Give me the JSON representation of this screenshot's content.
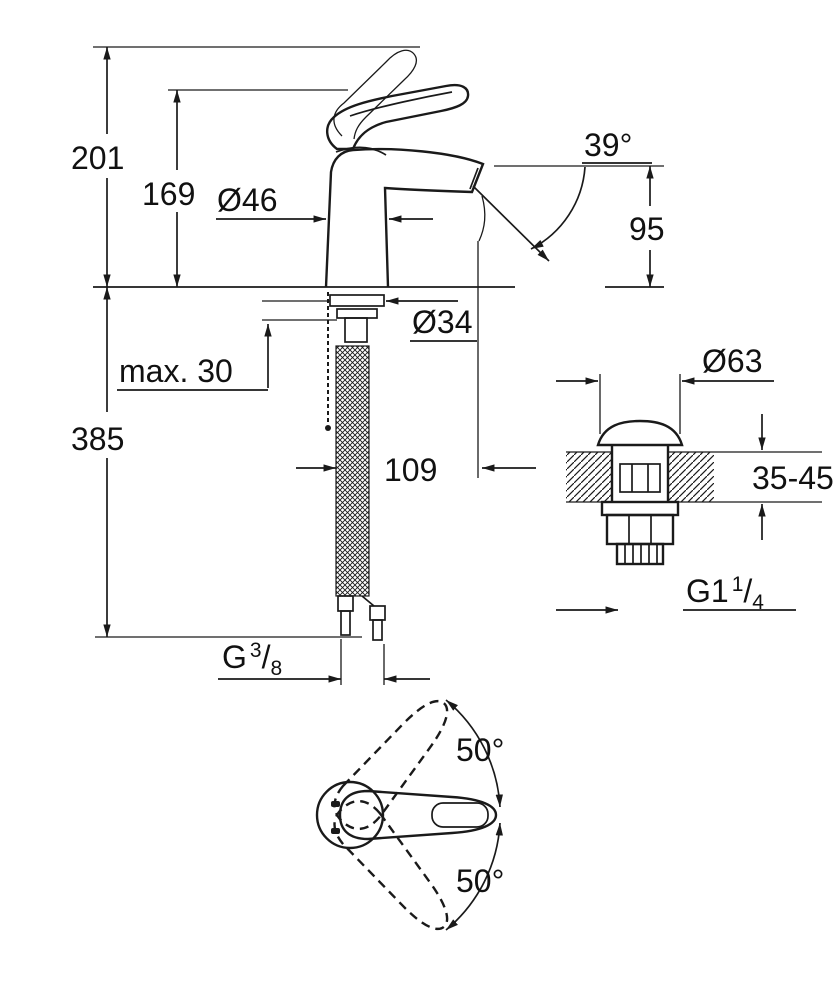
{
  "page": {
    "background_color": "#ffffff",
    "line_color": "#1a1a1a"
  },
  "side_view": {
    "labels": {
      "total_height": "201",
      "lever_height": "169",
      "body_diameter": "Ø46",
      "spout_angle": "39°",
      "spout_height": "95",
      "shank_diameter": "Ø34",
      "max_deck": "max. 30",
      "hose_length": "385",
      "spout_reach": "109"
    }
  },
  "drain_view": {
    "labels": {
      "flange_diameter": "Ø63",
      "deck_thickness_range": "35-45",
      "thread_prefix": "G1",
      "thread_numerator": "1",
      "thread_slash": "/",
      "thread_denominator": "4"
    }
  },
  "supply_thread": {
    "prefix": "G",
    "numerator": "3",
    "slash": "/",
    "denominator": "8"
  },
  "top_view": {
    "labels": {
      "swing_upper": "50°",
      "swing_lower": "50°"
    }
  }
}
